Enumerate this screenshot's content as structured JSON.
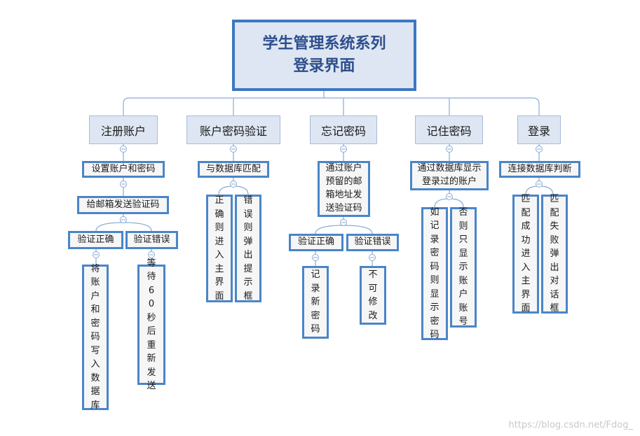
{
  "root": {
    "line1": "学生管理系统系列",
    "line2": "登录界面"
  },
  "branches": {
    "register": {
      "label": "注册账户",
      "step1": "设置账户和密码",
      "step2": "给邮箱发送验证码",
      "ok": "验证正确",
      "err": "验证错误",
      "ok_result": "将账户和密码写入数据库",
      "err_result": "等待60秒后重新发送"
    },
    "verify": {
      "label": "账户密码验证",
      "step1": "与数据库匹配",
      "ok_result": "正确则进入主界面",
      "err_result": "错误则弹出提示框"
    },
    "forgot": {
      "label": "忘记密码",
      "step1_line1": "通过账户",
      "step1_line2": "预留的邮",
      "step1_line3": "箱地址发",
      "step1_line4": "送验证码",
      "ok": "验证正确",
      "err": "验证错误",
      "ok_result": "记录新密码",
      "err_result": "不可修改"
    },
    "remember": {
      "label": "记住密码",
      "step1_line1": "通过数据库显示",
      "step1_line2": "登录过的账户",
      "yes_result": "如记录密码则显示密码",
      "no_result": "否则只显示账户账号"
    },
    "login": {
      "label": "登录",
      "step1": "连接数据库判断",
      "ok_result": "匹配成功进入主界面",
      "err_result": "匹配失败弹出对话框"
    }
  },
  "watermark": "https://blog.csdn.net/Fdog_",
  "colors": {
    "accent": "#3d77c2",
    "line": "#8aaad6",
    "fill": "#dde6f2"
  }
}
